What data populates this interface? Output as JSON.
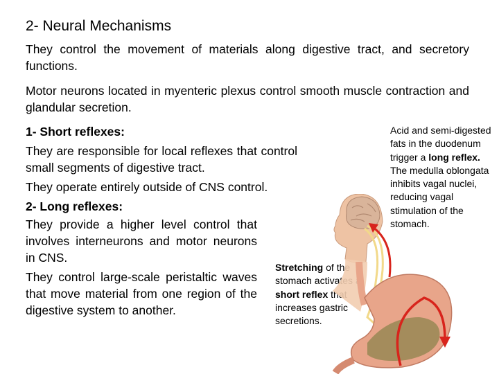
{
  "title": "2- Neural Mechanisms",
  "para1": "They control the movement of materials along digestive tract, and secretory functions.",
  "para2": "Motor neurons located in myenteric plexus control smooth muscle contraction and glandular secretion.",
  "short_reflex": {
    "heading": "1- Short reflexes:",
    "text1": "They are responsible for local reflexes that control small segments of digestive tract.",
    "text2": "They operate entirely outside of CNS control."
  },
  "long_reflex": {
    "heading": "2- Long reflexes:",
    "text1": "They provide a higher level control that involves interneurons and motor neurons in CNS.",
    "text2": "They control large-scale peristaltic waves that move material from one region of the digestive system to another."
  },
  "caption_long": {
    "part1": "Acid and semi-digested fats in the duodenum trigger a ",
    "bold": "long reflex.",
    "part2": " The medulla oblongata inhibits vagal nuclei, reducing vagal stimulation of the stomach."
  },
  "caption_short": {
    "bold1": "Stretching",
    "part1": " of the stomach activates a ",
    "bold2": "short reflex",
    "part2": " that increases gastric secretions."
  },
  "colors": {
    "arrow_red": "#d8241c",
    "nerve_yellow": "#f2d98a",
    "stomach_pink": "#e8a58a",
    "brain_tan": "#d9b49a",
    "food_brown": "#a08a5a"
  }
}
